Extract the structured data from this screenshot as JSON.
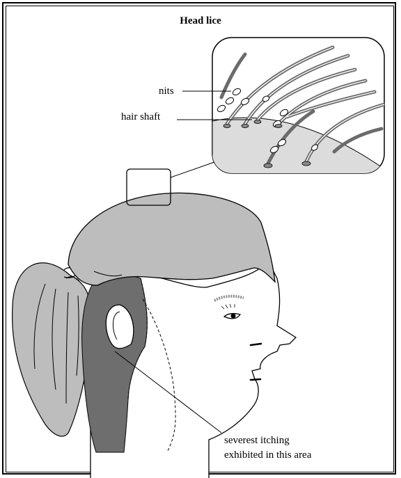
{
  "title": "Head lice",
  "labels": {
    "nits": "nits",
    "hair_shaft": "hair shaft",
    "itch_line1": "severest itching",
    "itch_line2": "exhibited in this area"
  },
  "colors": {
    "hair": "#bdbdbd",
    "itch_area": "#6e6e6e",
    "scalp": "#dcdcdc",
    "outline": "#000000",
    "eyebrow": "#8a8a8a"
  }
}
